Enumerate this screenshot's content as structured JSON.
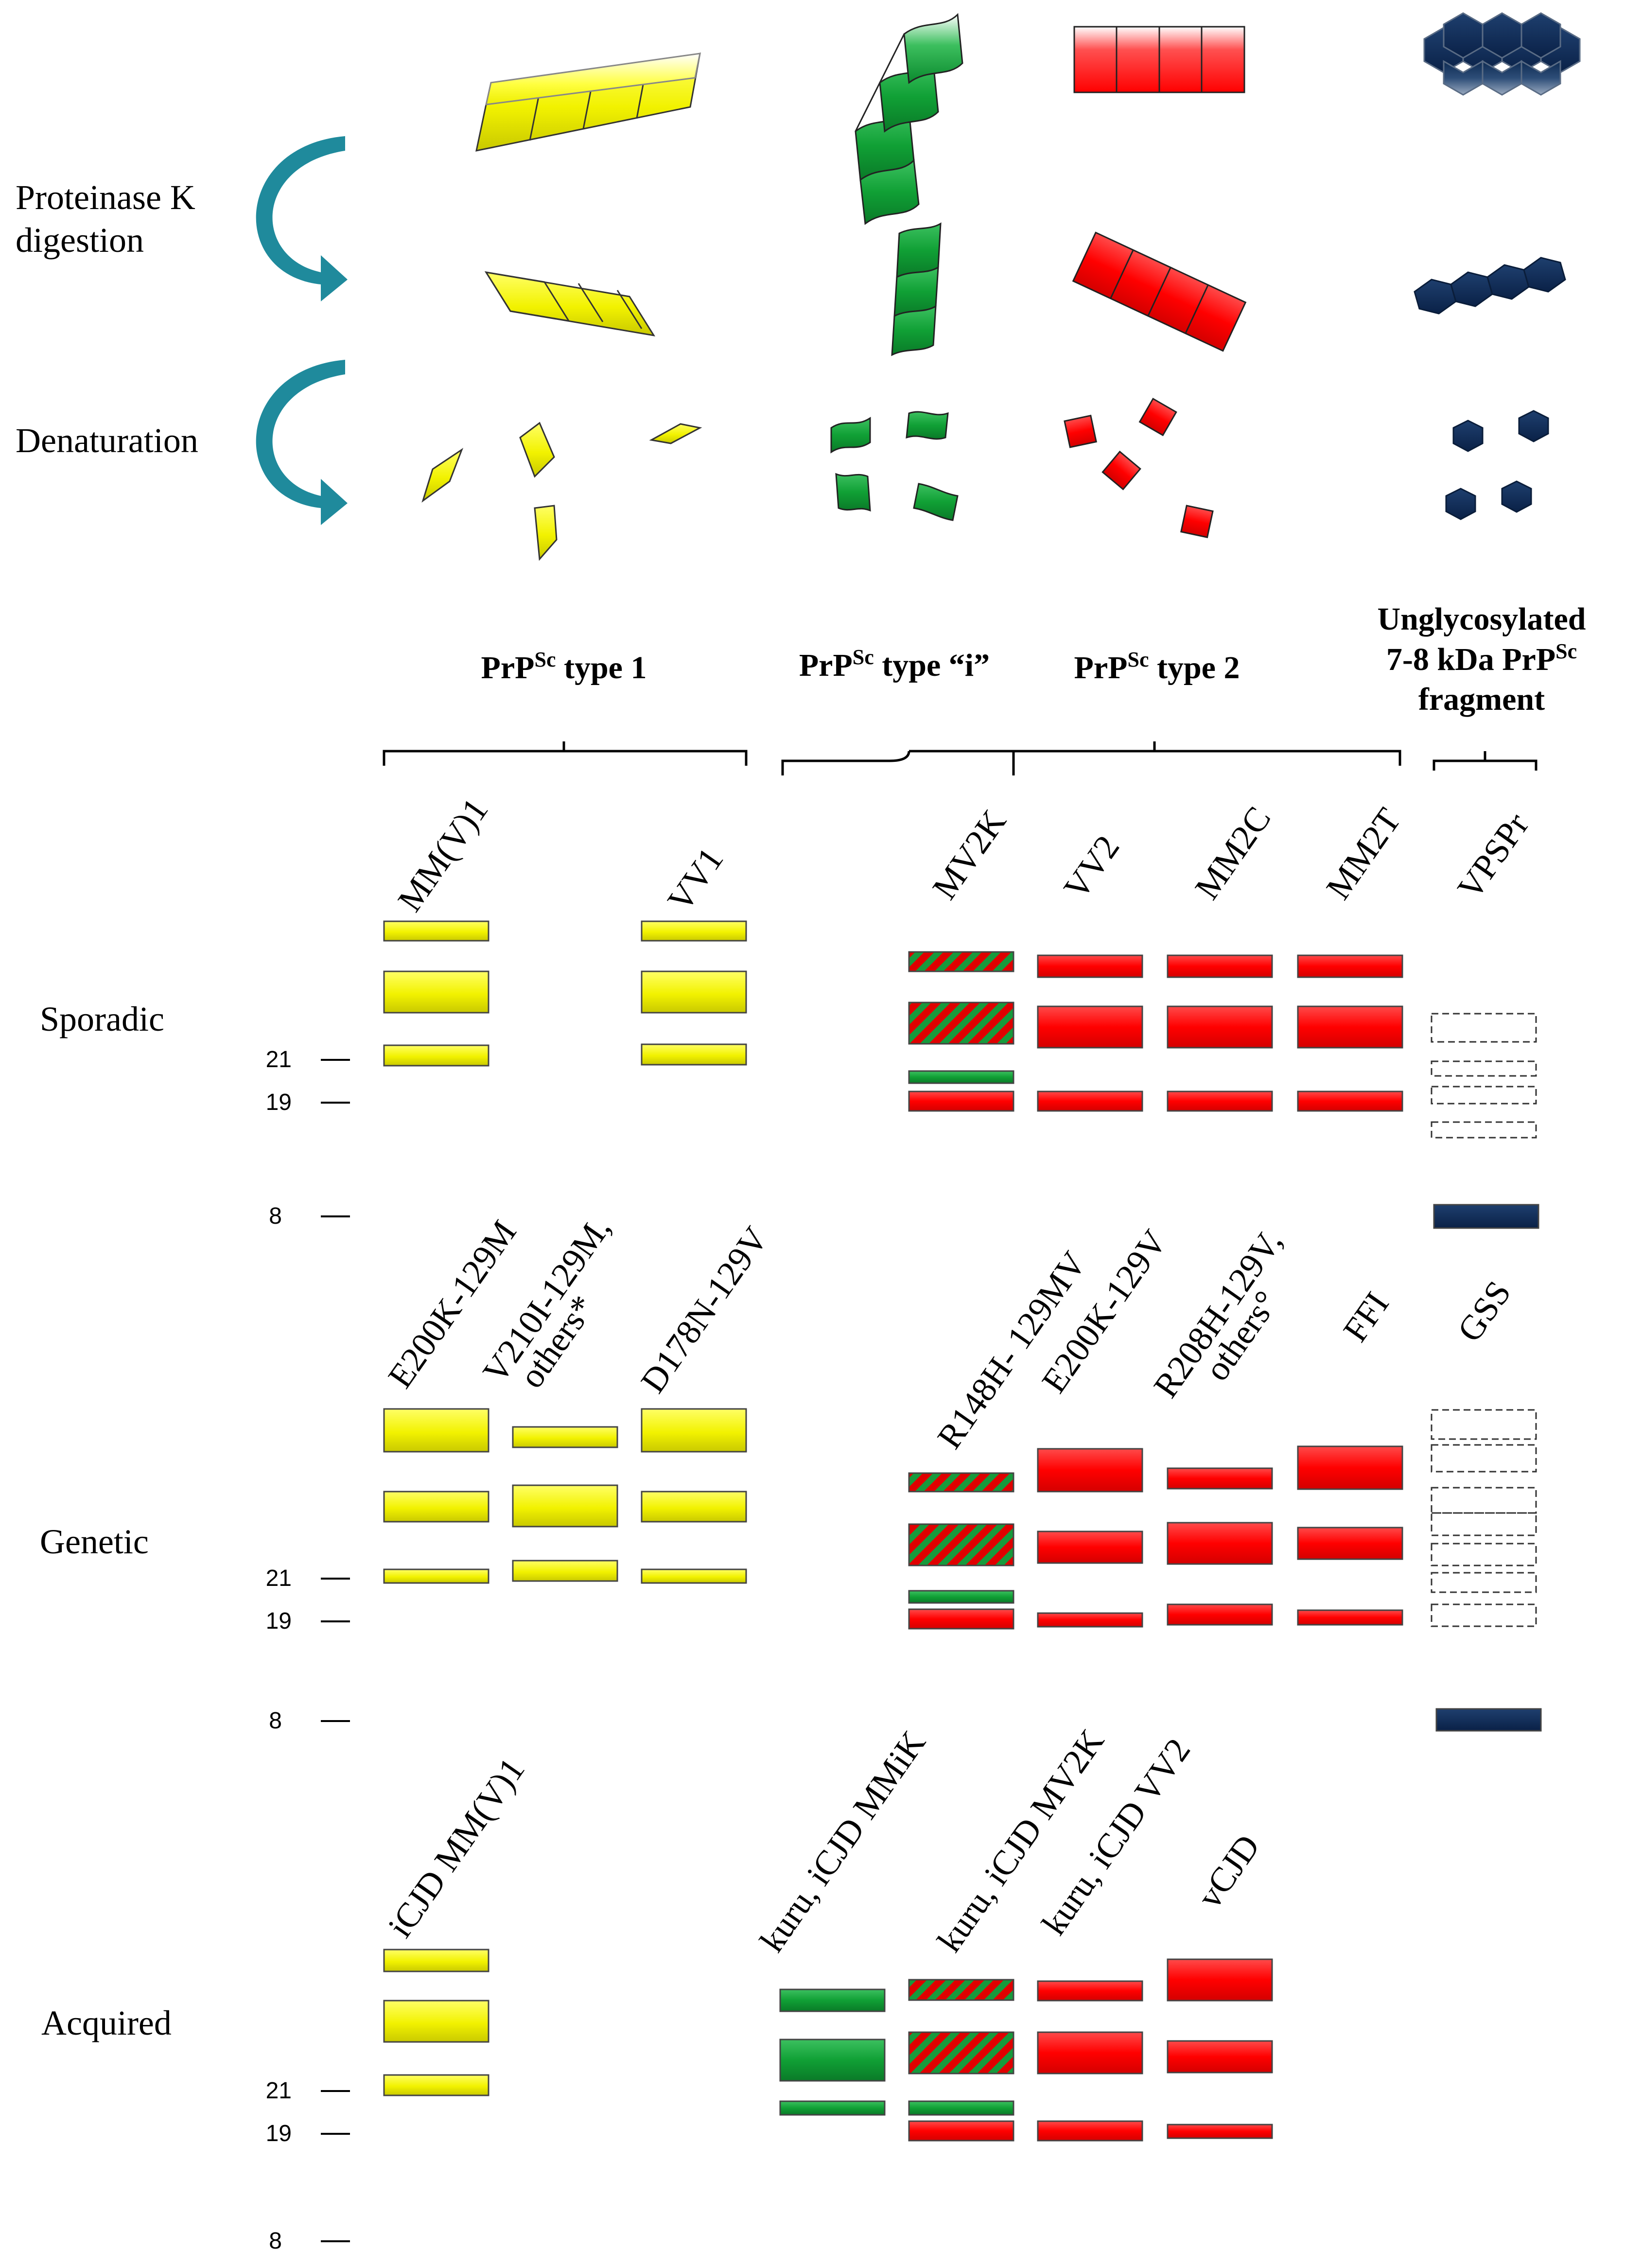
{
  "process": {
    "pk_label_line1": "Proteinase K",
    "pk_label_line2": "digestion",
    "denaturation_label": "Denaturation"
  },
  "types": {
    "type1": {
      "prefix": "PrP",
      "sup": "Sc",
      "suffix": " type 1"
    },
    "typei": {
      "prefix": "PrP",
      "sup": "Sc",
      "suffix": " type “i”"
    },
    "type2": {
      "prefix": "PrP",
      "sup": "Sc",
      "suffix": " type 2"
    },
    "frag_line1": "Unglycosylated",
    "frag_line2_prefix": "7-8 kDa PrP",
    "frag_line2_sup": "Sc",
    "frag_line3": "fragment"
  },
  "colors": {
    "yellow": "#ffff00",
    "green": "#00a030",
    "red": "#ff0000",
    "navy": "#0d2a52",
    "arrow": "#1f8a9c"
  },
  "rows": {
    "sporadic": {
      "label": "Sporadic",
      "markers": [
        "21",
        "19",
        "8"
      ],
      "lanes": [
        "MM(V)1",
        "VV1",
        "MV2K",
        "VV2",
        "MM2C",
        "MM2T",
        "VPSPr"
      ]
    },
    "genetic": {
      "label": "Genetic",
      "markers": [
        "21",
        "19",
        "8"
      ],
      "lanes": [
        "E200K-129M",
        "V210I-129M,",
        "others*",
        "D178N-129V",
        "R148H- 129MV",
        "E200K-129V",
        "R208H-129V,",
        "others°",
        "FFI",
        "GSS"
      ]
    },
    "acquired": {
      "label": "Acquired",
      "markers": [
        "21",
        "19",
        "8"
      ],
      "lanes": [
        "iCJD MM(V)1",
        "kuru, iCJD MMiK",
        "kuru, iCJD MV2K",
        "kuru, iCJD VV2",
        "vCJD"
      ]
    }
  }
}
